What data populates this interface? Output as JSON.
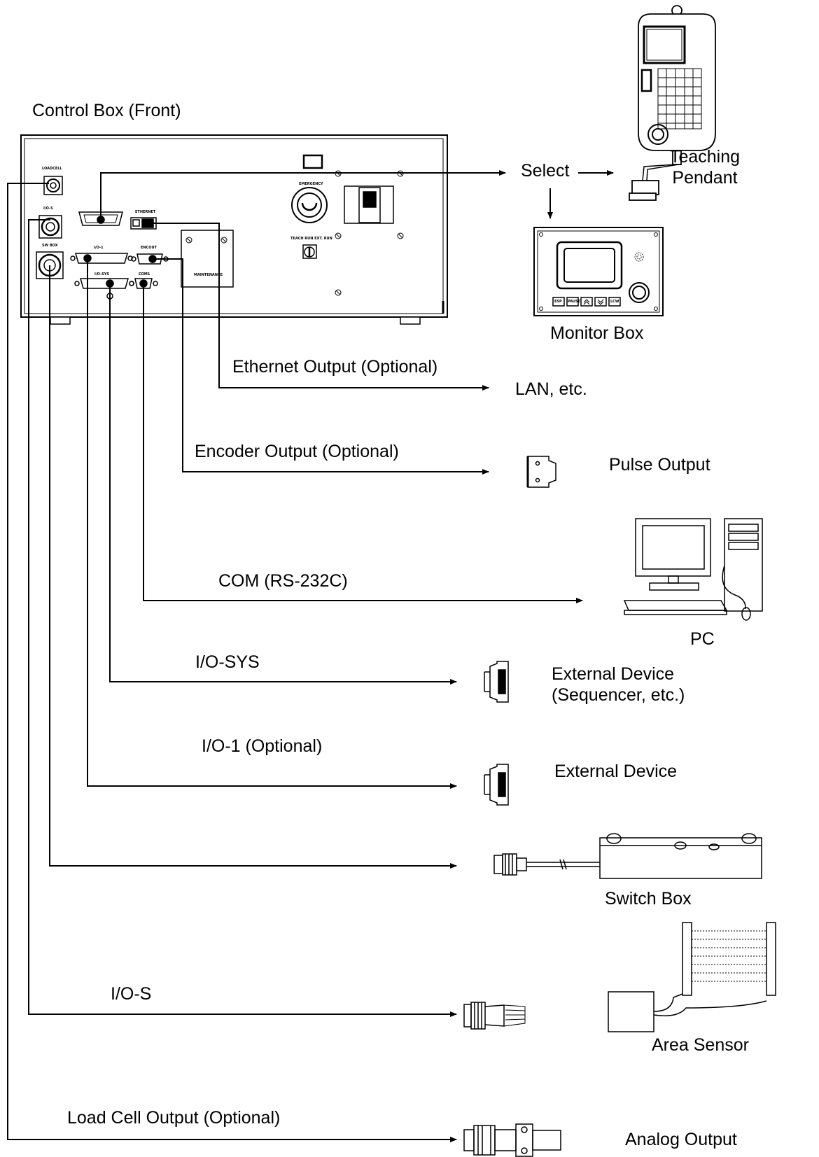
{
  "title": "Control Box (Front)",
  "panel_labels": {
    "loadcell": "LOADCELL",
    "io_s": "I/O-S",
    "sw_box": "SW BOX",
    "ethernet": "ETHERNET",
    "io_1": "I/O-1",
    "encout": "ENCOUT",
    "io_sys": "I/O-SYS",
    "com1": "COM1",
    "emergency": "EMERGENCY",
    "teach_run": "TEACH RUN EXT. RUN",
    "maintenance": "MAINTENANCE"
  },
  "select": "Select",
  "devices": {
    "teaching_pendant": [
      "Teaching",
      "Pendant"
    ],
    "monitor_box": "Monitor Box",
    "monitor_buttons": [
      "ESP",
      "PAUSE",
      "",
      "",
      "LCW"
    ],
    "lan": "LAN, etc.",
    "pulse_output": "Pulse Output",
    "pc": "PC",
    "external_device_seq": [
      "External Device",
      "(Sequencer, etc.)"
    ],
    "external_device": "External Device",
    "switch_box": "Switch Box",
    "area_sensor": "Area Sensor",
    "analog_output": "Analog Output"
  },
  "connections": {
    "ethernet": "Ethernet Output (Optional)",
    "encoder": "Encoder Output (Optional)",
    "com": "COM (RS-232C)",
    "io_sys": "I/O-SYS",
    "io_1": "I/O-1 (Optional)",
    "io_s": "I/O-S",
    "loadcell": "Load Cell Output (Optional)"
  }
}
